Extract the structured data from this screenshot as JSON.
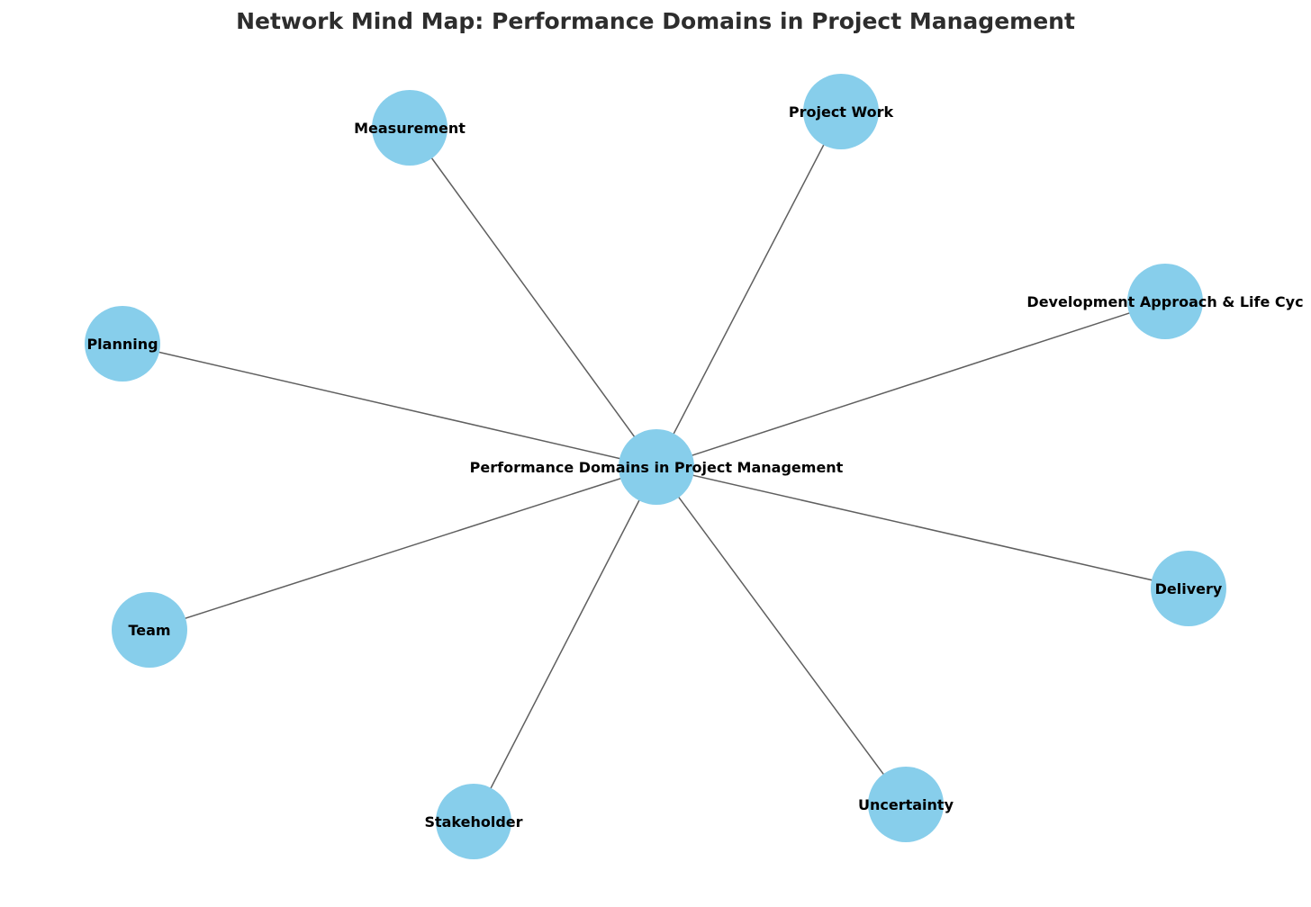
{
  "title": "Network Mind Map: Performance Domains in Project Management",
  "colors": {
    "node_fill": "#87ceeb",
    "edge": "#5f5f5f",
    "title": "#2d2d2d",
    "label": "#000000"
  },
  "center": {
    "id": "center",
    "label": "Performance Domains in Project Management"
  },
  "nodes": [
    {
      "id": "measurement",
      "label": "Measurement"
    },
    {
      "id": "project-work",
      "label": "Project Work"
    },
    {
      "id": "development-approach",
      "label": "Development Approach & Life Cyc"
    },
    {
      "id": "planning",
      "label": "Planning"
    },
    {
      "id": "delivery",
      "label": "Delivery"
    },
    {
      "id": "team",
      "label": "Team"
    },
    {
      "id": "uncertainty",
      "label": "Uncertainty"
    },
    {
      "id": "stakeholder",
      "label": "Stakeholder"
    }
  ],
  "edges": [
    {
      "from": "center",
      "to": "measurement"
    },
    {
      "from": "center",
      "to": "project-work"
    },
    {
      "from": "center",
      "to": "development-approach"
    },
    {
      "from": "center",
      "to": "planning"
    },
    {
      "from": "center",
      "to": "delivery"
    },
    {
      "from": "center",
      "to": "team"
    },
    {
      "from": "center",
      "to": "uncertainty"
    },
    {
      "from": "center",
      "to": "stakeholder"
    }
  ]
}
